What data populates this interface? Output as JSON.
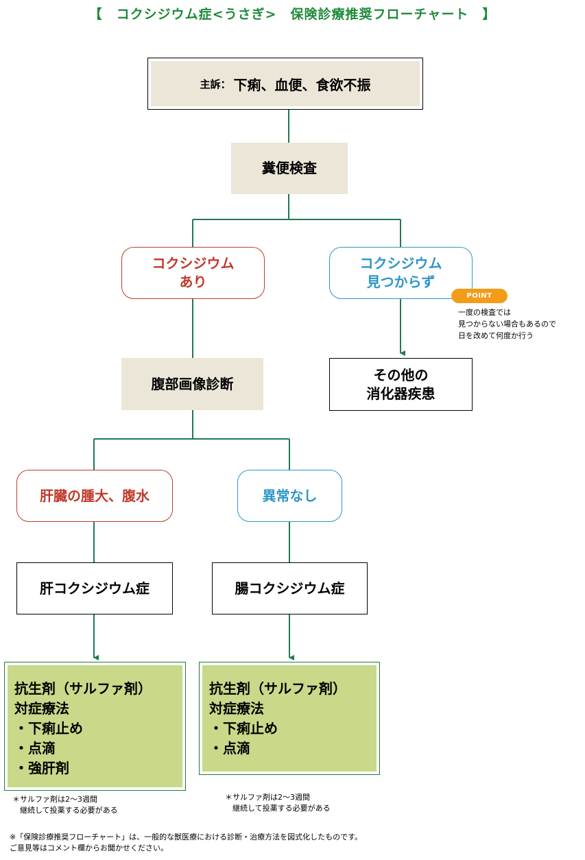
{
  "title": "【　コクシジウム症<うさぎ>　保険診療推奨フローチャート　】",
  "complaint": {
    "label": "主訴：",
    "value": "下痢、血便、食欲不振"
  },
  "stool_test": "糞便検査",
  "coccidia_found": [
    "コクシジウム",
    "あり"
  ],
  "coccidia_not_found": [
    "コクシジウム",
    "見つからず"
  ],
  "point": {
    "badge": "POINT",
    "notes": [
      "一度の検査では",
      "見つからない場合もあるので",
      "日を改めて何度か行う"
    ]
  },
  "other_disease": [
    "その他の",
    "消化器疾患"
  ],
  "abdominal_imaging": "腹部画像診断",
  "liver_finding": "肝臓の腫大、腹水",
  "no_abnormality": "異常なし",
  "hepatic_coccidiosis": "肝コクシジウム症",
  "intestinal_coccidiosis": "腸コクシジウム症",
  "treatment_liver": [
    "抗生剤（サルファ剤）",
    "対症療法",
    "・下痢止め",
    "・点滴",
    "・強肝剤"
  ],
  "treatment_intestine": [
    "抗生剤（サルファ剤）",
    "対症療法",
    "・下痢止め",
    "・点滴"
  ],
  "sulfa_note_left": [
    "＊サルファ剤は2〜3週間",
    "　継続して投薬する必要がある"
  ],
  "sulfa_note_right": [
    "＊サルファ剤は2〜3週間",
    "　継続して投薬する必要がある"
  ],
  "disclaimer": [
    "※「保険診療推奨フローチャート」は、一般的な獣医療における診断・治療方法を図式化したものです。",
    "ご意見等はコメント欄からお聞かせください。"
  ],
  "colors": {
    "title_green": "#1e8a3a",
    "line_green": "#1e7a50",
    "red": "#c0392b",
    "blue": "#2b95c8",
    "tan": "#ebe6d8",
    "treatment": "#c8d98a",
    "point_orange": "#f39c1a"
  }
}
